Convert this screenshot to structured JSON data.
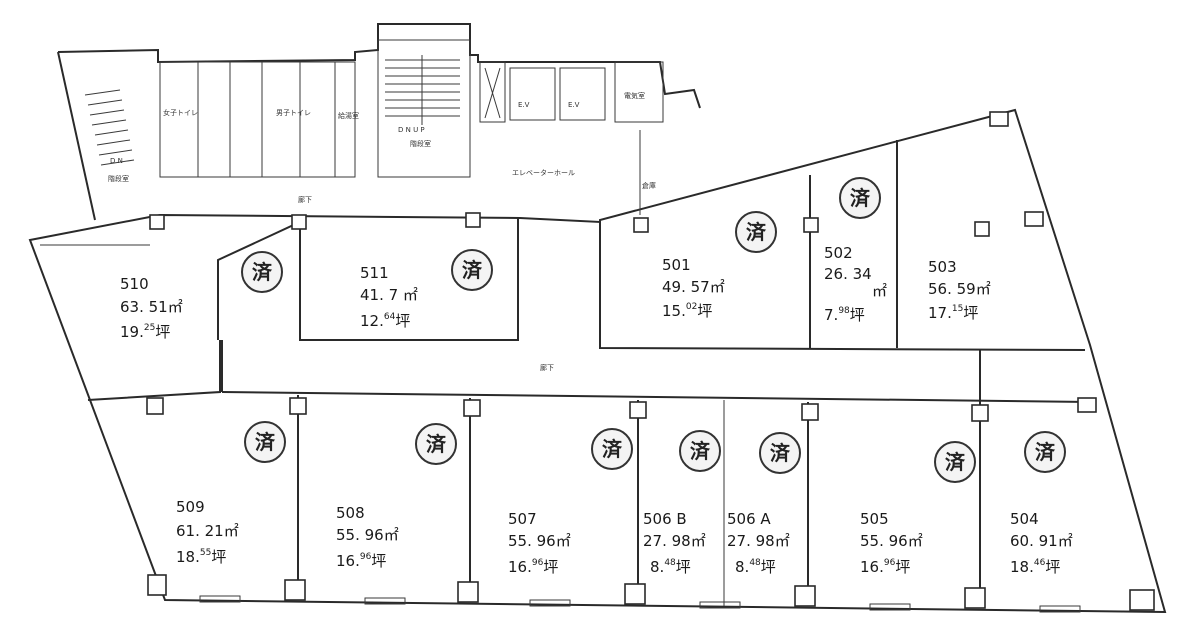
{
  "units": [
    {
      "id": "u510",
      "no": "510",
      "area": "63. 51㎡",
      "tsubo_int": "19.",
      "tsubo_dec": "25",
      "tsubo_unit": "坪"
    },
    {
      "id": "u511",
      "no": "511",
      "area": "41. 7 ㎡",
      "tsubo_int": "12.",
      "tsubo_dec": "64",
      "tsubo_unit": "坪"
    },
    {
      "id": "u501",
      "no": "501",
      "area": "49. 57㎡",
      "tsubo_int": "15.",
      "tsubo_dec": "02",
      "tsubo_unit": "坪"
    },
    {
      "id": "u502",
      "no": "502",
      "area": "26. 34",
      "area_unit": "㎡",
      "tsubo_int": "7.",
      "tsubo_dec": "98",
      "tsubo_unit": "坪"
    },
    {
      "id": "u503",
      "no": "503",
      "area": "56. 59㎡",
      "tsubo_int": "17.",
      "tsubo_dec": "15",
      "tsubo_unit": "坪"
    },
    {
      "id": "u509",
      "no": "509",
      "area": "61. 21㎡",
      "tsubo_int": "18.",
      "tsubo_dec": "55",
      "tsubo_unit": "坪"
    },
    {
      "id": "u508",
      "no": "508",
      "area": "55. 96㎡",
      "tsubo_int": "16.",
      "tsubo_dec": "96",
      "tsubo_unit": "坪"
    },
    {
      "id": "u507",
      "no": "507",
      "area": "55. 96㎡",
      "tsubo_int": "16.",
      "tsubo_dec": "96",
      "tsubo_unit": "坪"
    },
    {
      "id": "u506b",
      "no": "506 B",
      "area": "27. 98㎡",
      "tsubo_int": "8.",
      "tsubo_dec": "48",
      "tsubo_unit": "坪"
    },
    {
      "id": "u506a",
      "no": "506 A",
      "area": "27. 98㎡",
      "tsubo_int": "8.",
      "tsubo_dec": "48",
      "tsubo_unit": "坪"
    },
    {
      "id": "u505",
      "no": "505",
      "area": "55. 96㎡",
      "tsubo_int": "16.",
      "tsubo_dec": "96",
      "tsubo_unit": "坪"
    },
    {
      "id": "u504",
      "no": "504",
      "area": "60. 91㎡",
      "tsubo_int": "18.",
      "tsubo_dec": "46",
      "tsubo_unit": "坪"
    }
  ],
  "stamp": "済",
  "labels": {
    "womens_toilet": "女子トイレ",
    "mens_toilet": "男子トイレ",
    "stairs_left": "階段室",
    "stairs_center": "階段室",
    "elevator_1": "E.V",
    "elevator_2": "E.V",
    "elevator_hall": "エレベーターホール",
    "corridor_top": "廊下",
    "corridor_mid": "廊下",
    "storage": "倉庫",
    "machine_room": "電気室",
    "kitchenette": "給湯室",
    "dn_up": "D N  U P",
    "dn": "D N"
  }
}
